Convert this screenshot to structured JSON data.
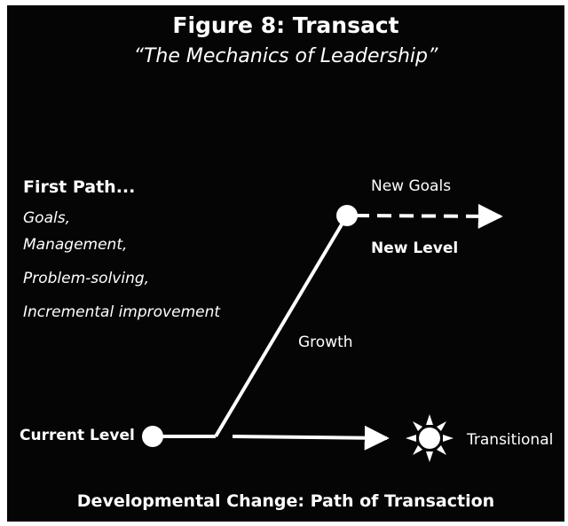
{
  "figure": {
    "title": "Figure 8: Transact",
    "subtitle": "“The Mechanics of Leadership”"
  },
  "first_path": {
    "heading": "First Path...",
    "items": [
      "Goals,",
      "Management,",
      "Problem-solving,",
      "Incremental improvement"
    ]
  },
  "diagram": {
    "new_goals_label": "New Goals",
    "new_level_label": "New Level",
    "growth_label": "Growth",
    "current_level_label": "Current Level",
    "transitional_label": "Transitional",
    "sun_icon": "sun-icon",
    "colors": {
      "background": "#050505",
      "foreground": "#ffffff"
    }
  },
  "footer": {
    "caption": "Developmental Change: Path of Transaction"
  }
}
